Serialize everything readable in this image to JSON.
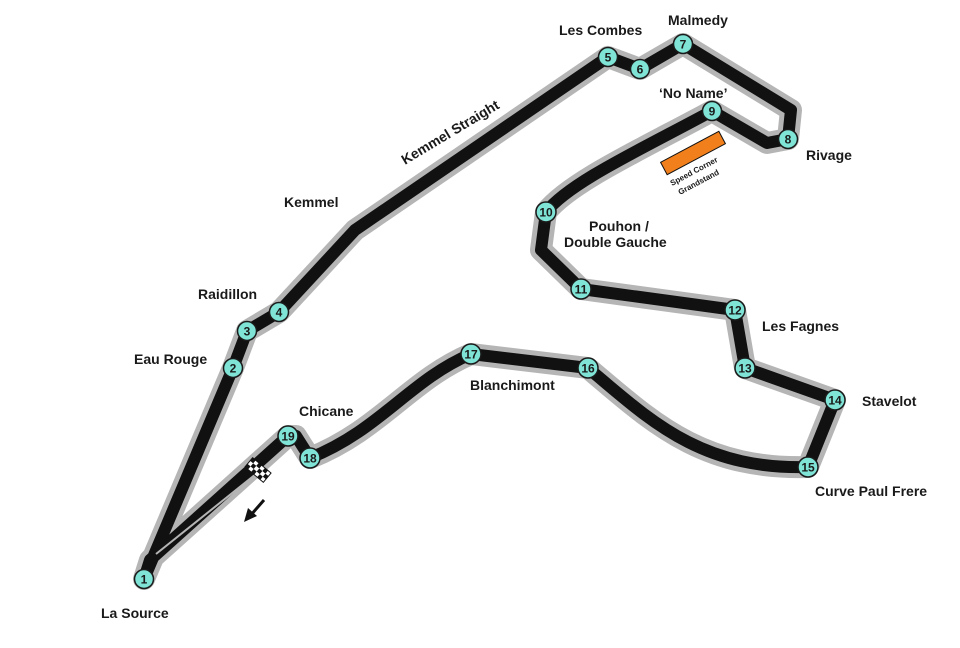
{
  "colors": {
    "track": "#111111",
    "track_outline": "#b5b5b5",
    "corner_marker": "#7fe3d6",
    "grandstand": "#f07f1c"
  },
  "corners": [
    {
      "number": "1"
    },
    {
      "number": "2"
    },
    {
      "number": "3"
    },
    {
      "number": "4"
    },
    {
      "number": "5"
    },
    {
      "number": "6"
    },
    {
      "number": "7"
    },
    {
      "number": "8"
    },
    {
      "number": "9"
    },
    {
      "number": "10"
    },
    {
      "number": "11"
    },
    {
      "number": "12"
    },
    {
      "number": "13"
    },
    {
      "number": "14"
    },
    {
      "number": "15"
    },
    {
      "number": "16"
    },
    {
      "number": "17"
    },
    {
      "number": "18"
    },
    {
      "number": "19"
    }
  ],
  "labels": {
    "la_source": "La Source",
    "eau_rouge": "Eau Rouge",
    "raidillon": "Raidillon",
    "kemmel": "Kemmel",
    "kemmel_straight": "Kemmel Straight",
    "les_combes": "Les Combes",
    "malmedy": "Malmedy",
    "no_name": "‘No Name’",
    "rivage": "Rivage",
    "pouhon_line1": "Pouhon /",
    "pouhon_line2": "Double Gauche",
    "les_fagnes": "Les Fagnes",
    "stavelot": "Stavelot",
    "curve_paul_frere": "Curve Paul Frere",
    "blanchimont": "Blanchimont",
    "chicane": "Chicane",
    "grandstand_line1": "Speed Corner",
    "grandstand_line2": "Grandstand"
  },
  "icons": {
    "start_finish": "checkered-flag-icon",
    "direction": "direction-arrow-icon"
  }
}
